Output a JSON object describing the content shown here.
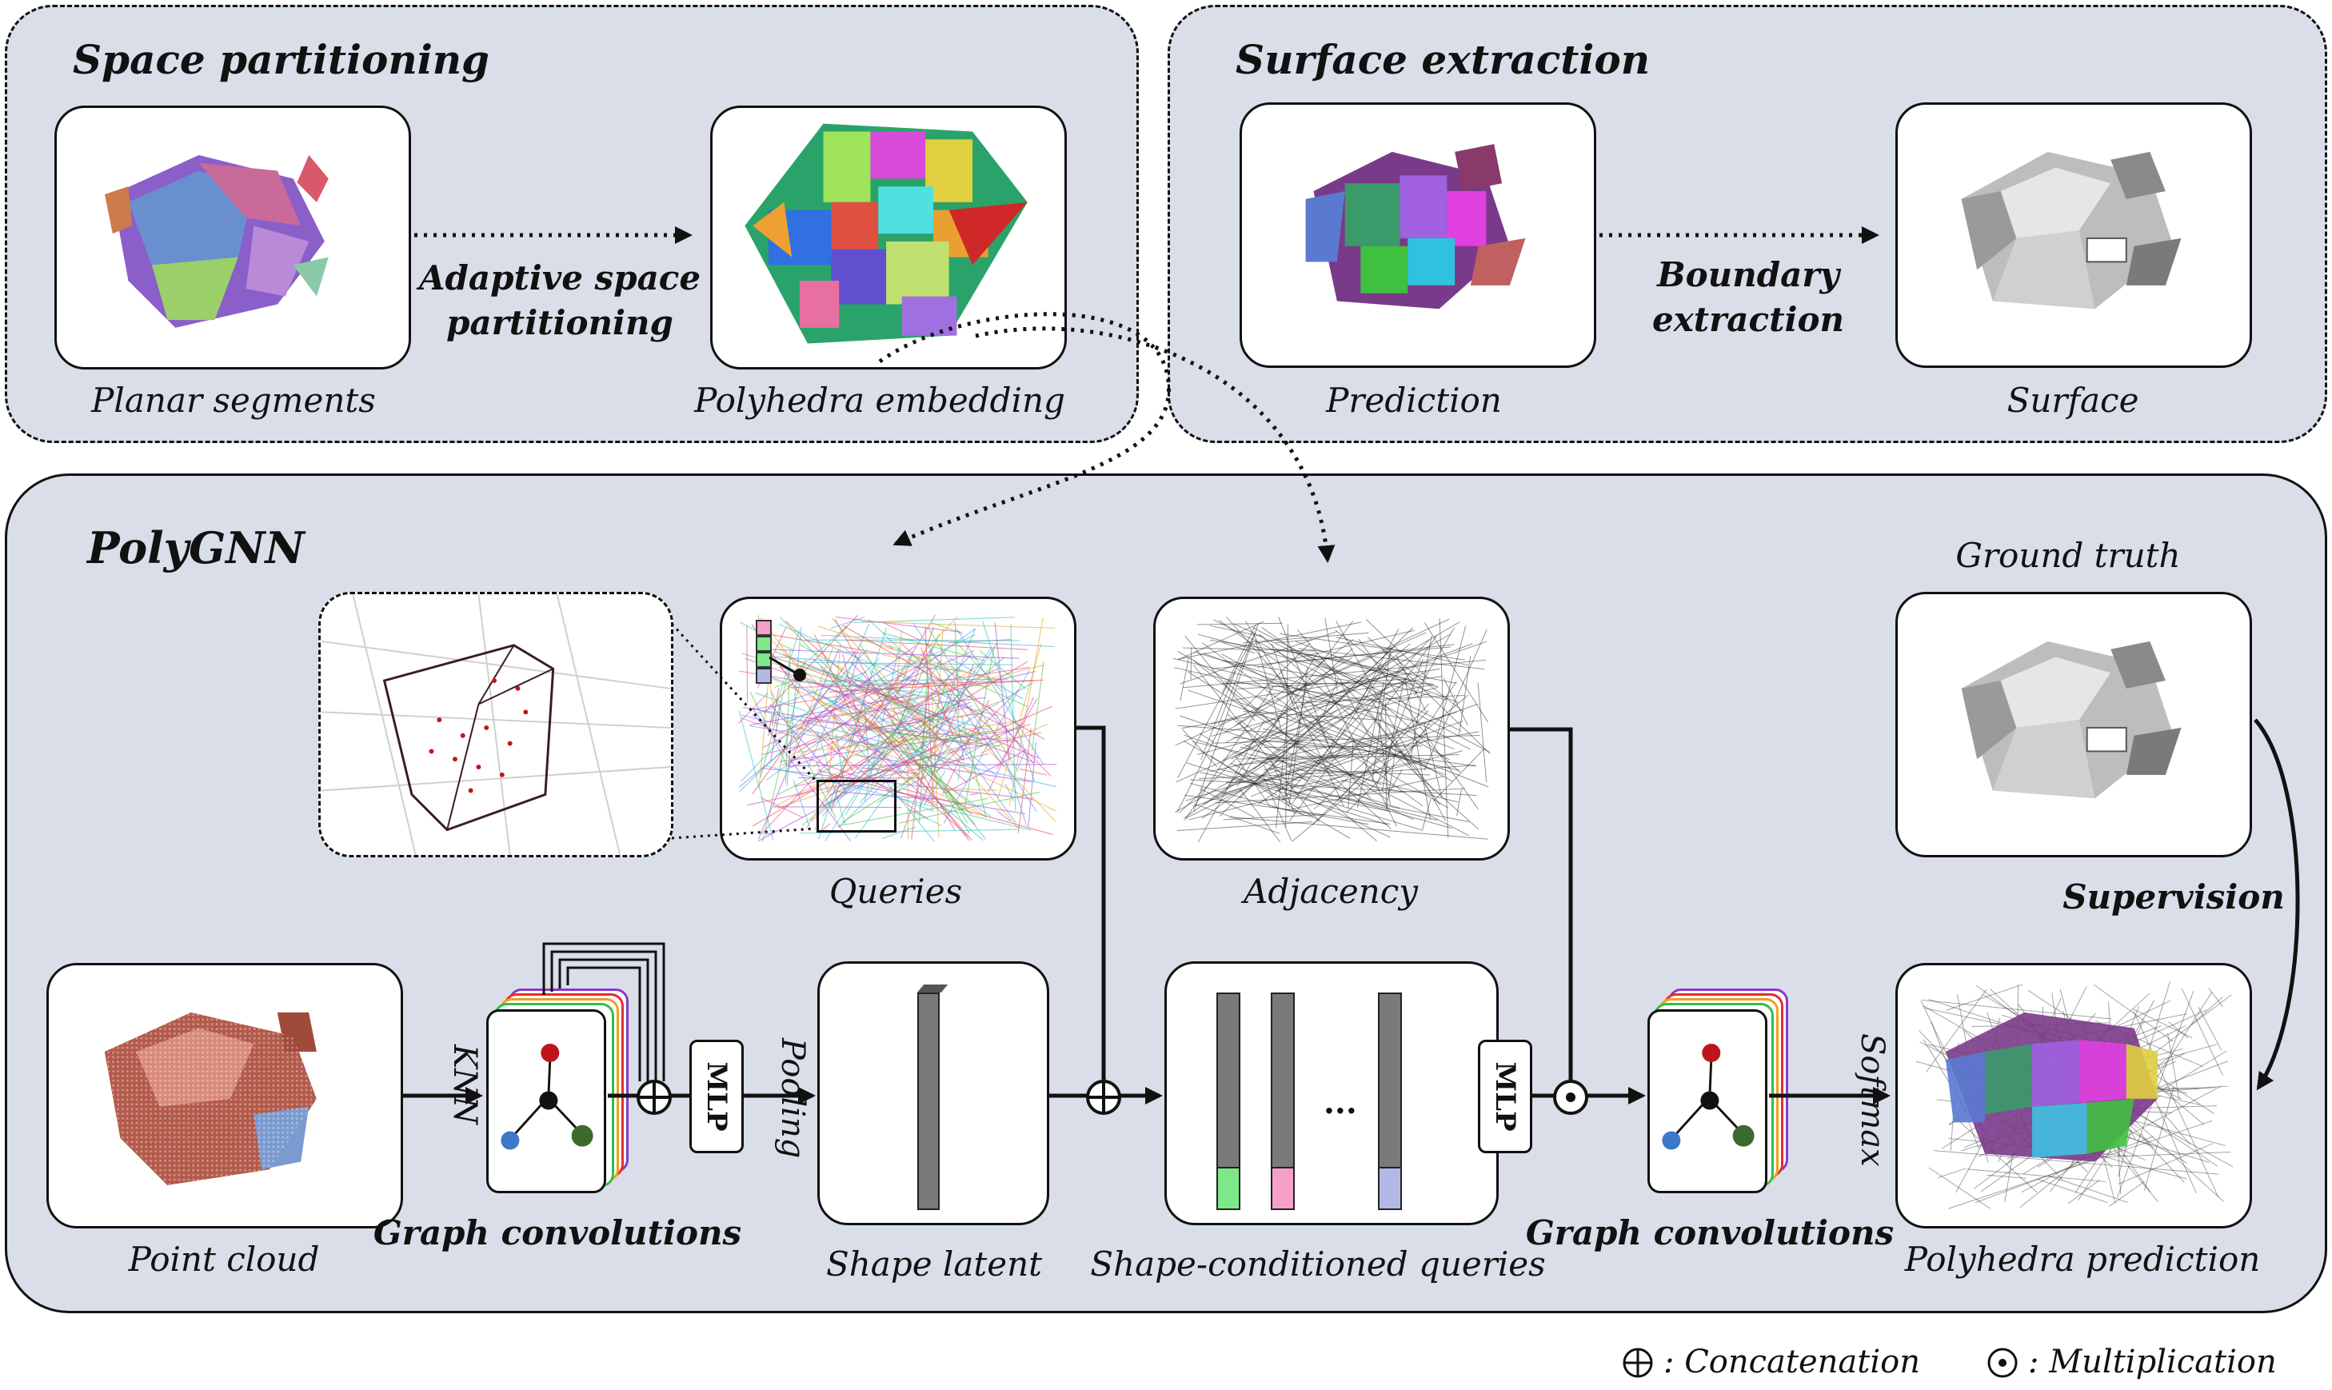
{
  "panels": {
    "space_partitioning": {
      "title": "Space partitioning"
    },
    "surface_extraction": {
      "title": "Surface extraction"
    },
    "polygnn": {
      "title": "PolyGNN"
    }
  },
  "captions": {
    "planar_segments": "Planar segments",
    "polyhedra_embedding": "Polyhedra embedding",
    "prediction": "Prediction",
    "surface": "Surface",
    "ground_truth": "Ground truth",
    "queries": "Queries",
    "adjacency": "Adjacency",
    "point_cloud": "Point cloud",
    "shape_latent": "Shape latent",
    "shape_conditioned_queries": "Shape-conditioned queries",
    "polyhedra_prediction": "Polyhedra prediction"
  },
  "labels": {
    "adaptive_line1": "Adaptive space",
    "adaptive_line2": "partitioning",
    "boundary_line1": "Boundary",
    "boundary_line2": "extraction",
    "supervision": "Supervision",
    "graph_conv_1": "Graph convolutions",
    "graph_conv_2": "Graph convolutions",
    "knn": "KNN",
    "pooling": "Pooling",
    "softmax": "Softmax",
    "mlp_1": "MLP",
    "mlp_2": "MLP",
    "ellipsis": "..."
  },
  "legend": {
    "concatenation": ": Concatenation",
    "multiplication": ": Multiplication"
  },
  "colors": {
    "panel_bg": "#d9dee8",
    "node_red": "#c0141c",
    "node_blue": "#3d78c9",
    "node_green": "#3b6a2a",
    "query_green": "#7de88a",
    "query_pink": "#f4a0c8",
    "query_lavender": "#b4b8e6"
  }
}
